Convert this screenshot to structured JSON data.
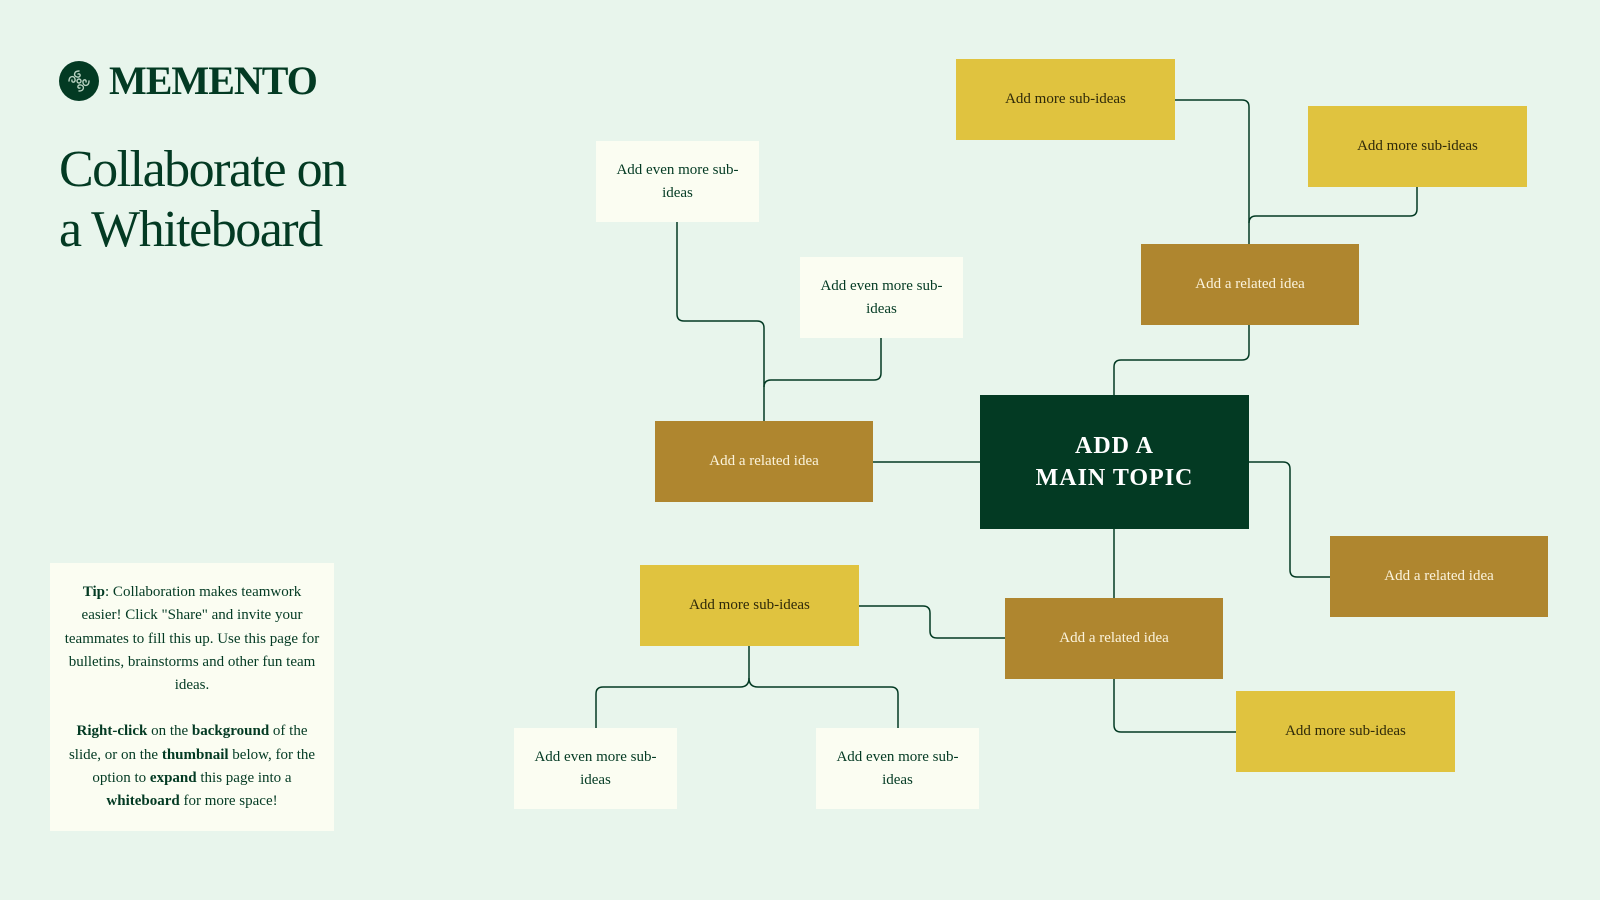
{
  "logo": {
    "text": "MEMENTO",
    "icon": "swirl-monogram-icon"
  },
  "title": {
    "line1": "Collaborate on",
    "line2": "a Whiteboard"
  },
  "tip": {
    "p1": {
      "b1": "Tip",
      "t1": ": Collaboration makes teamwork easier! Click \"Share\" and invite your teammates to fill this up. Use this page for bulletins, brainstorms and other fun team ideas."
    },
    "p2": {
      "b1": "Right-click",
      "t1": " on the ",
      "b2": "background",
      "t2": " of the slide, or on the ",
      "b3": "thumbnail",
      "t3": " below, for the option to ",
      "b4": "expand",
      "t4": " this page into a ",
      "b5": "whiteboard",
      "t5": " for more space!"
    }
  },
  "mindmap": {
    "main": {
      "line1": "ADD A",
      "line2": "MAIN TOPIC"
    },
    "related": [
      "Add a related idea",
      "Add a related idea",
      "Add a related idea",
      "Add a related idea"
    ],
    "sub": [
      "Add more sub-ideas",
      "Add more sub-ideas",
      "Add more sub-ideas",
      "Add more sub-ideas"
    ],
    "even": [
      "Add even more sub-ideas",
      "Add even more sub-ideas",
      "Add even more sub-ideas",
      "Add even more sub-ideas"
    ]
  },
  "colors": {
    "background": "#e8f5ec",
    "main_topic": "#033a23",
    "related_idea": "#af862f",
    "sub_idea": "#e0c33f",
    "even_more": "#fbfdf2",
    "connector": "#033a23"
  }
}
